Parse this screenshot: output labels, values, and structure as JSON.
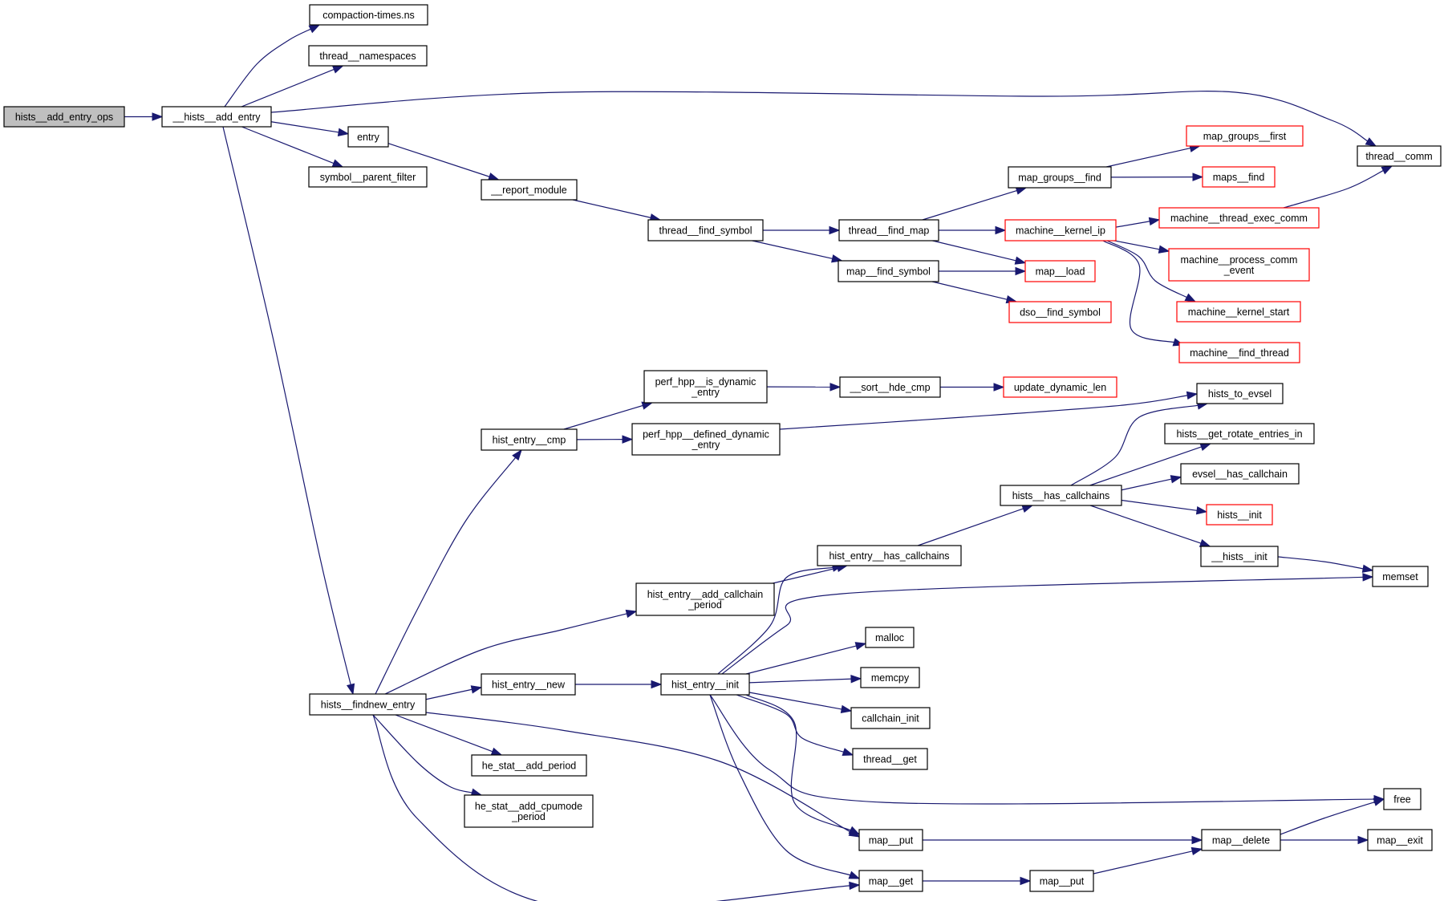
{
  "diagram": {
    "type": "call-graph",
    "root": "hists__add_entry_ops",
    "colors": {
      "edge": "#191970",
      "node_border": "#000000",
      "truncated_border": "#ff0000",
      "root_fill": "#bfbfbf",
      "node_fill": "#ffffff"
    },
    "nodes": [
      {
        "id": "n_root",
        "label": [
          "hists__add_entry_ops"
        ],
        "kind": "root"
      },
      {
        "id": "n_hae",
        "label": [
          "__hists__add_entry"
        ],
        "kind": "normal"
      },
      {
        "id": "n_ctns",
        "label": [
          "compaction-times.ns"
        ],
        "kind": "normal"
      },
      {
        "id": "n_tns",
        "label": [
          "thread__namespaces"
        ],
        "kind": "normal"
      },
      {
        "id": "n_entry",
        "label": [
          "entry"
        ],
        "kind": "normal"
      },
      {
        "id": "n_spf",
        "label": [
          "symbol__parent_filter"
        ],
        "kind": "normal"
      },
      {
        "id": "n_rm",
        "label": [
          "__report_module"
        ],
        "kind": "normal"
      },
      {
        "id": "n_tfs",
        "label": [
          "thread__find_symbol"
        ],
        "kind": "normal"
      },
      {
        "id": "n_tfm",
        "label": [
          "thread__find_map"
        ],
        "kind": "normal"
      },
      {
        "id": "n_mfs",
        "label": [
          "map__find_symbol"
        ],
        "kind": "normal"
      },
      {
        "id": "n_mgf",
        "label": [
          "map_groups__find"
        ],
        "kind": "normal"
      },
      {
        "id": "n_mgfirst",
        "label": [
          "map_groups__first"
        ],
        "kind": "truncated"
      },
      {
        "id": "n_mapsfind",
        "label": [
          "maps__find"
        ],
        "kind": "truncated"
      },
      {
        "id": "n_mkip",
        "label": [
          "machine__kernel_ip"
        ],
        "kind": "truncated"
      },
      {
        "id": "n_mload",
        "label": [
          "map__load"
        ],
        "kind": "truncated"
      },
      {
        "id": "n_dfs",
        "label": [
          "dso__find_symbol"
        ],
        "kind": "truncated"
      },
      {
        "id": "n_mtec",
        "label": [
          "machine__thread_exec_comm"
        ],
        "kind": "truncated"
      },
      {
        "id": "n_mpce",
        "label": [
          "machine__process_comm",
          "_event"
        ],
        "kind": "truncated"
      },
      {
        "id": "n_mks",
        "label": [
          "machine__kernel_start"
        ],
        "kind": "truncated"
      },
      {
        "id": "n_mft",
        "label": [
          "machine__find_thread"
        ],
        "kind": "truncated"
      },
      {
        "id": "n_tcomm",
        "label": [
          "thread__comm"
        ],
        "kind": "normal"
      },
      {
        "id": "n_phide",
        "label": [
          "perf_hpp__is_dynamic",
          "_entry"
        ],
        "kind": "normal"
      },
      {
        "id": "n_shc",
        "label": [
          "__sort__hde_cmp"
        ],
        "kind": "normal"
      },
      {
        "id": "n_udl",
        "label": [
          "update_dynamic_len"
        ],
        "kind": "truncated"
      },
      {
        "id": "n_hecmp",
        "label": [
          "hist_entry__cmp"
        ],
        "kind": "normal"
      },
      {
        "id": "n_phdde",
        "label": [
          "perf_hpp__defined_dynamic",
          "_entry"
        ],
        "kind": "normal"
      },
      {
        "id": "n_hte",
        "label": [
          "hists_to_evsel"
        ],
        "kind": "normal"
      },
      {
        "id": "n_hgrei",
        "label": [
          "hists__get_rotate_entries_in"
        ],
        "kind": "normal"
      },
      {
        "id": "n_ehc",
        "label": [
          "evsel__has_callchain"
        ],
        "kind": "normal"
      },
      {
        "id": "n_hhc",
        "label": [
          "hists__has_callchains"
        ],
        "kind": "normal"
      },
      {
        "id": "n_hinit",
        "label": [
          "hists__init"
        ],
        "kind": "truncated"
      },
      {
        "id": "n_uhinit",
        "label": [
          "__hists__init"
        ],
        "kind": "normal"
      },
      {
        "id": "n_memset",
        "label": [
          "memset"
        ],
        "kind": "normal"
      },
      {
        "id": "n_hehc",
        "label": [
          "hist_entry__has_callchains"
        ],
        "kind": "normal"
      },
      {
        "id": "n_heacp",
        "label": [
          "hist_entry__add_callchain",
          "_period"
        ],
        "kind": "normal"
      },
      {
        "id": "n_malloc",
        "label": [
          "malloc"
        ],
        "kind": "normal"
      },
      {
        "id": "n_memcpy",
        "label": [
          "memcpy"
        ],
        "kind": "normal"
      },
      {
        "id": "n_cinit",
        "label": [
          "callchain_init"
        ],
        "kind": "normal"
      },
      {
        "id": "n_tget",
        "label": [
          "thread__get"
        ],
        "kind": "normal"
      },
      {
        "id": "n_hfe",
        "label": [
          "hists__findnew_entry"
        ],
        "kind": "normal"
      },
      {
        "id": "n_henew",
        "label": [
          "hist_entry__new"
        ],
        "kind": "normal"
      },
      {
        "id": "n_heinit",
        "label": [
          "hist_entry__init"
        ],
        "kind": "normal"
      },
      {
        "id": "n_hsap",
        "label": [
          "he_stat__add_period"
        ],
        "kind": "normal"
      },
      {
        "id": "n_hsacp",
        "label": [
          "he_stat__add_cpumode",
          "_period"
        ],
        "kind": "normal"
      },
      {
        "id": "n_free",
        "label": [
          "free"
        ],
        "kind": "normal"
      },
      {
        "id": "n_mput1",
        "label": [
          "map__put"
        ],
        "kind": "normal"
      },
      {
        "id": "n_mdel",
        "label": [
          "map__delete"
        ],
        "kind": "normal"
      },
      {
        "id": "n_mexit",
        "label": [
          "map__exit"
        ],
        "kind": "normal"
      },
      {
        "id": "n_mget",
        "label": [
          "map__get"
        ],
        "kind": "normal"
      },
      {
        "id": "n_mput2",
        "label": [
          "map__put"
        ],
        "kind": "normal"
      }
    ],
    "edges": [
      [
        "n_root",
        "n_hae"
      ],
      [
        "n_hae",
        "n_ctns"
      ],
      [
        "n_hae",
        "n_tns"
      ],
      [
        "n_hae",
        "n_tcomm"
      ],
      [
        "n_hae",
        "n_entry"
      ],
      [
        "n_hae",
        "n_spf"
      ],
      [
        "n_hae",
        "n_hfe"
      ],
      [
        "n_entry",
        "n_rm"
      ],
      [
        "n_rm",
        "n_tfs"
      ],
      [
        "n_tfs",
        "n_tfm"
      ],
      [
        "n_tfs",
        "n_mfs"
      ],
      [
        "n_tfm",
        "n_mgf"
      ],
      [
        "n_tfm",
        "n_mkip"
      ],
      [
        "n_tfm",
        "n_mload"
      ],
      [
        "n_mfs",
        "n_mload"
      ],
      [
        "n_mfs",
        "n_dfs"
      ],
      [
        "n_mgf",
        "n_mgfirst"
      ],
      [
        "n_mgf",
        "n_mapsfind"
      ],
      [
        "n_mkip",
        "n_mtec"
      ],
      [
        "n_mkip",
        "n_mpce"
      ],
      [
        "n_mkip",
        "n_mks"
      ],
      [
        "n_mkip",
        "n_mft"
      ],
      [
        "n_mtec",
        "n_tcomm"
      ],
      [
        "n_hfe",
        "n_hecmp"
      ],
      [
        "n_hecmp",
        "n_phide"
      ],
      [
        "n_hecmp",
        "n_phdde"
      ],
      [
        "n_phide",
        "n_shc"
      ],
      [
        "n_shc",
        "n_udl"
      ],
      [
        "n_phdde",
        "n_hte"
      ],
      [
        "n_hfe",
        "n_heacp"
      ],
      [
        "n_heacp",
        "n_hehc"
      ],
      [
        "n_hehc",
        "n_hhc"
      ],
      [
        "n_hhc",
        "n_hte"
      ],
      [
        "n_hhc",
        "n_hgrei"
      ],
      [
        "n_hhc",
        "n_ehc"
      ],
      [
        "n_hhc",
        "n_hinit"
      ],
      [
        "n_hhc",
        "n_uhinit"
      ],
      [
        "n_uhinit",
        "n_memset"
      ],
      [
        "n_hfe",
        "n_henew"
      ],
      [
        "n_henew",
        "n_heinit"
      ],
      [
        "n_heinit",
        "n_hehc"
      ],
      [
        "n_heinit",
        "n_memset"
      ],
      [
        "n_heinit",
        "n_malloc"
      ],
      [
        "n_heinit",
        "n_memcpy"
      ],
      [
        "n_heinit",
        "n_cinit"
      ],
      [
        "n_heinit",
        "n_tget"
      ],
      [
        "n_heinit",
        "n_free"
      ],
      [
        "n_heinit",
        "n_mput1"
      ],
      [
        "n_heinit",
        "n_mget"
      ],
      [
        "n_hfe",
        "n_hsap"
      ],
      [
        "n_hfe",
        "n_hsacp"
      ],
      [
        "n_hfe",
        "n_mput1"
      ],
      [
        "n_hfe",
        "n_mget"
      ],
      [
        "n_mput1",
        "n_mdel"
      ],
      [
        "n_mget",
        "n_mput2"
      ],
      [
        "n_mput2",
        "n_mdel"
      ],
      [
        "n_mdel",
        "n_free"
      ],
      [
        "n_mdel",
        "n_mexit"
      ]
    ]
  }
}
